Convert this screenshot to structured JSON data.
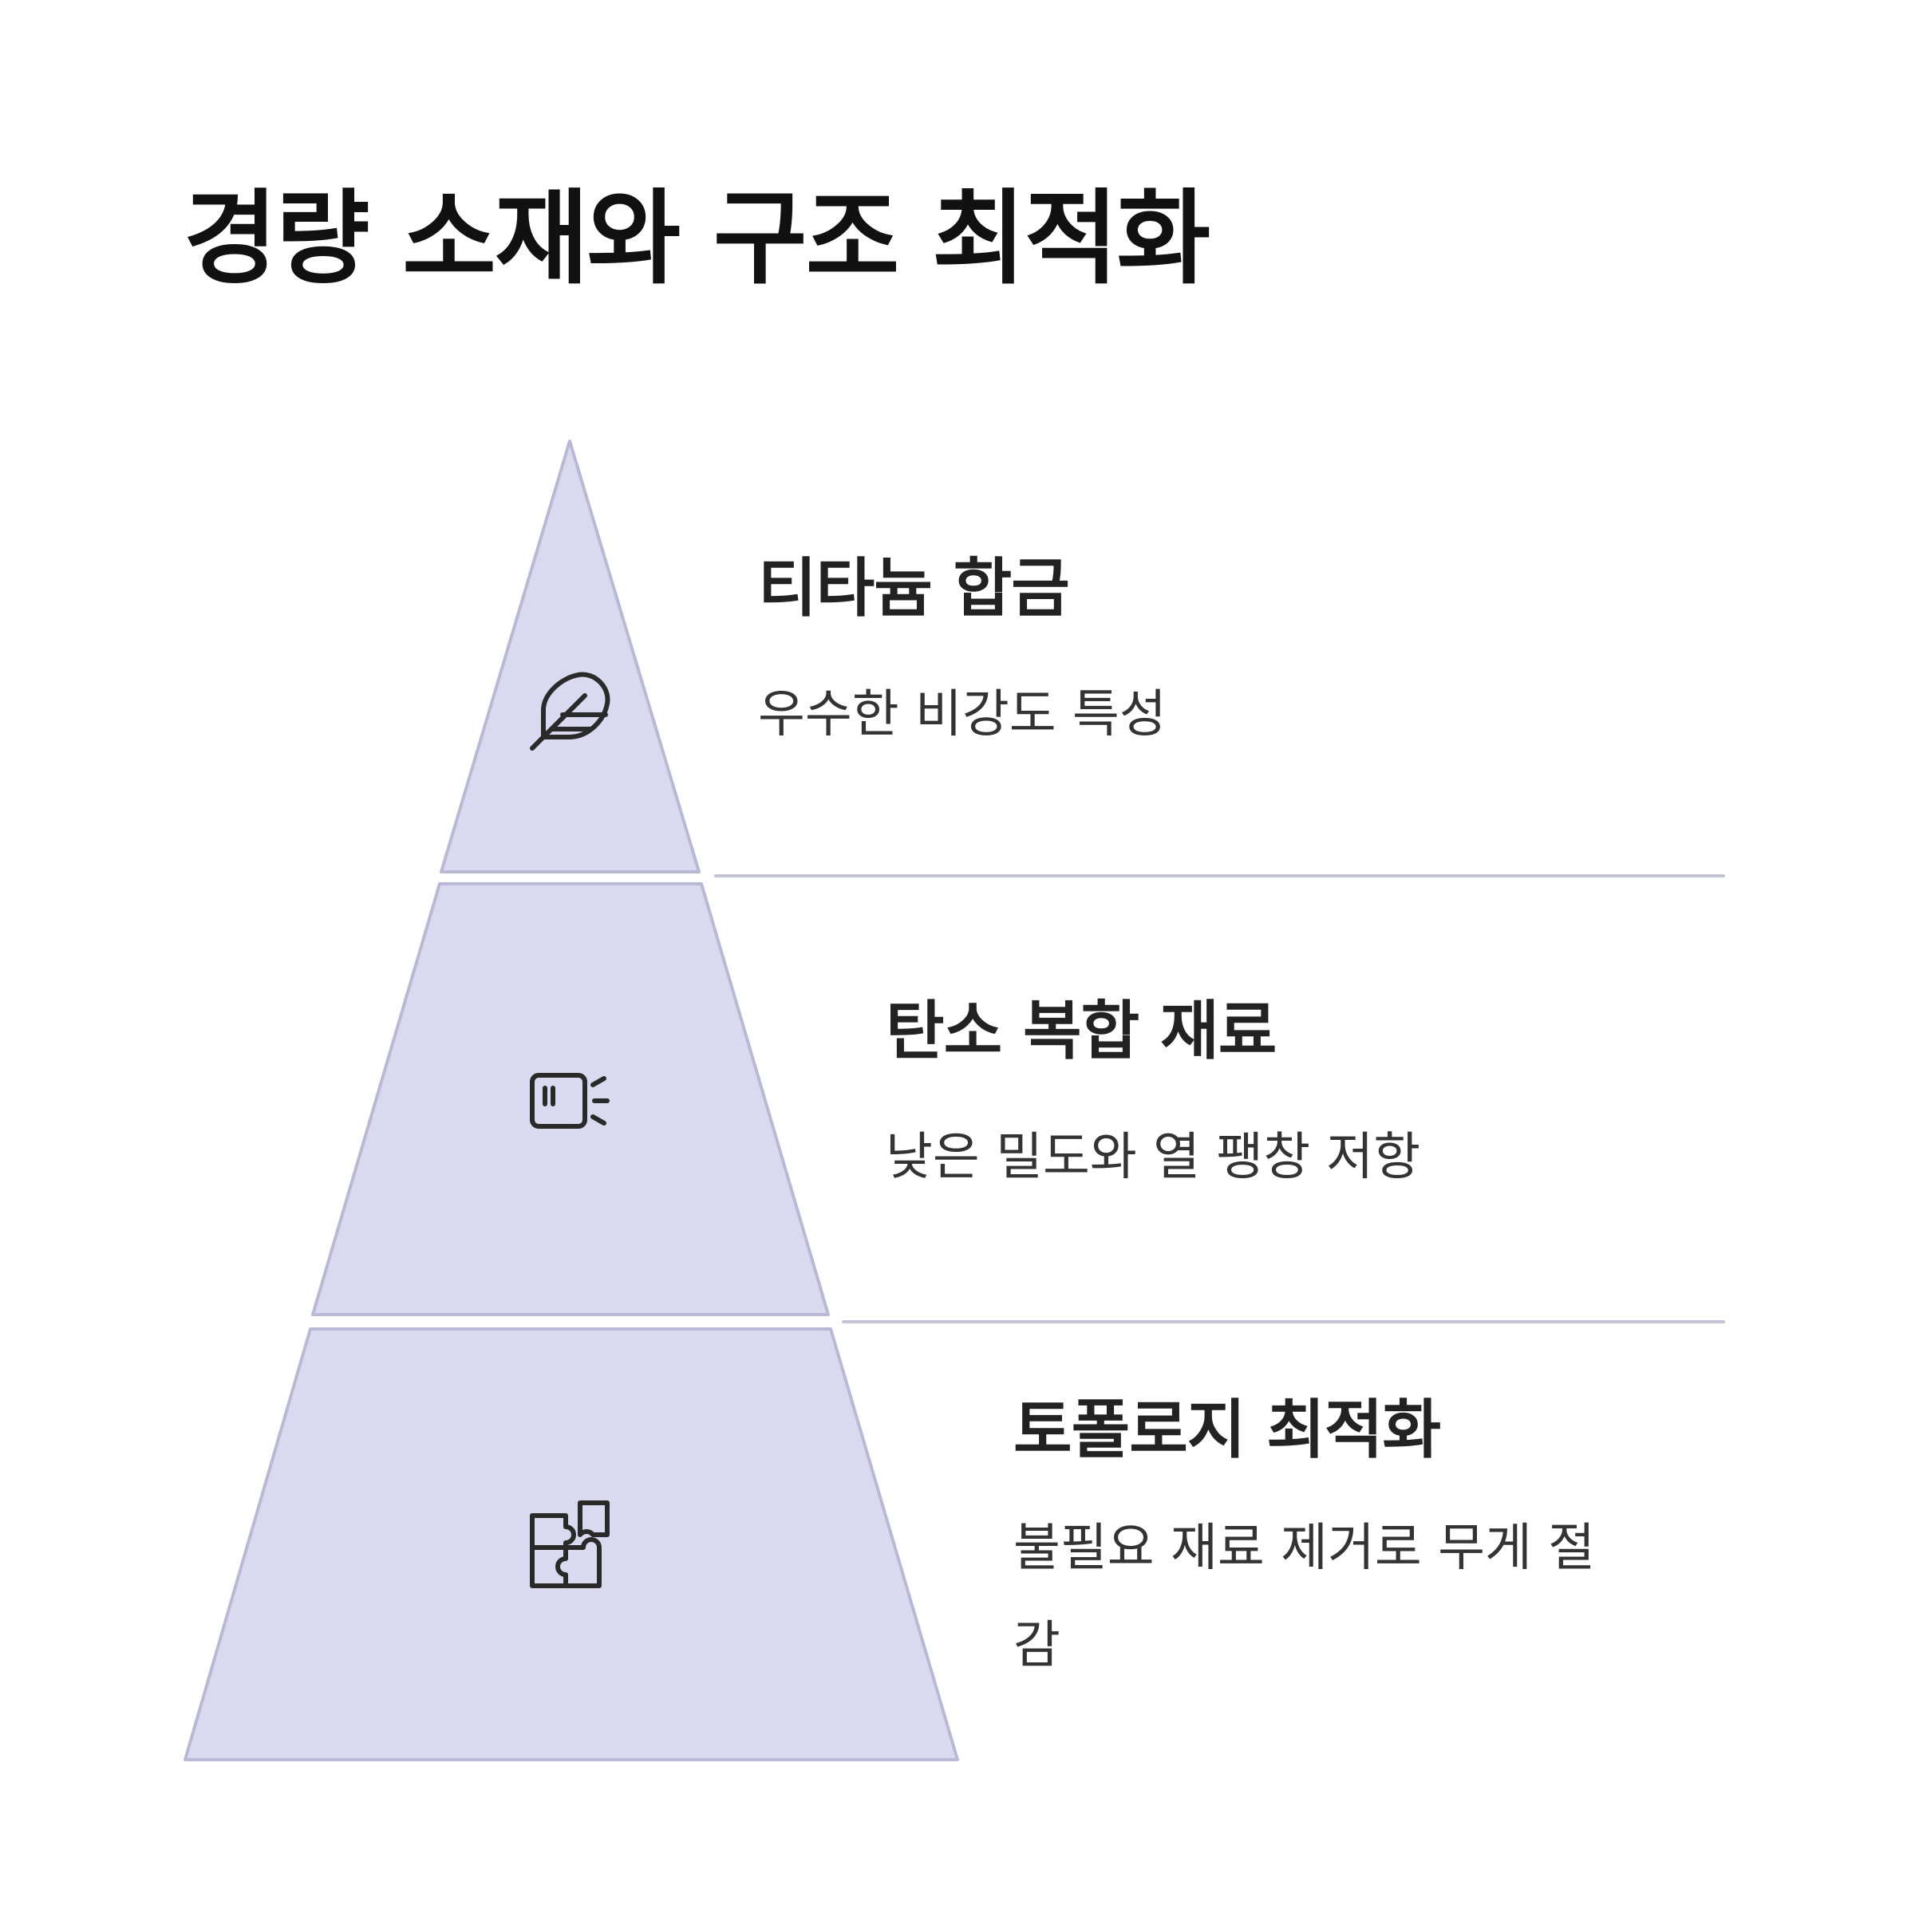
{
  "title": "경량 소재와 구조 최적화",
  "colors": {
    "tier_fill": "#d9daf0",
    "tier_stroke": "#b9b9d6",
    "divider": "#c4c4d8",
    "icon": "#2a2a2a",
    "title_text": "#111111",
    "body_text": "#333333"
  },
  "tiers": [
    {
      "heading": "티타늄 합금",
      "description": "우수한 비강도 특성",
      "icon": "feather-icon"
    },
    {
      "heading": "탄소 복합 재료",
      "description": "낮은 밀도와 열 팽창 저항",
      "icon": "panel-signal-icon"
    },
    {
      "heading": "토폴로지 최적화",
      "description": "불필요 재료 제거로 무게 절감",
      "icon": "puzzle-icon"
    }
  ]
}
